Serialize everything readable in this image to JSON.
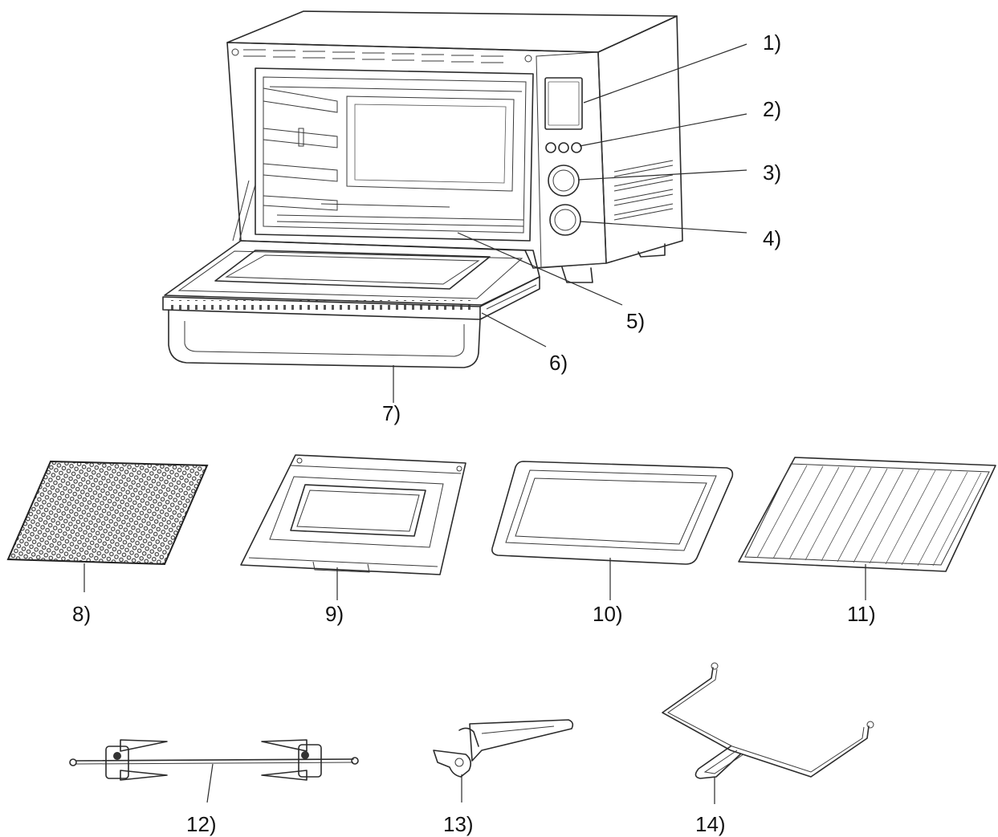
{
  "labels": {
    "l1": "1)",
    "l2": "2)",
    "l3": "3)",
    "l4": "4)",
    "l5": "5)",
    "l6": "6)",
    "l7": "7)",
    "l8": "8)",
    "l9": "9)",
    "l10": "10)",
    "l11": "11)",
    "l12": "12)",
    "l13": "13)",
    "l14": "14)"
  }
}
